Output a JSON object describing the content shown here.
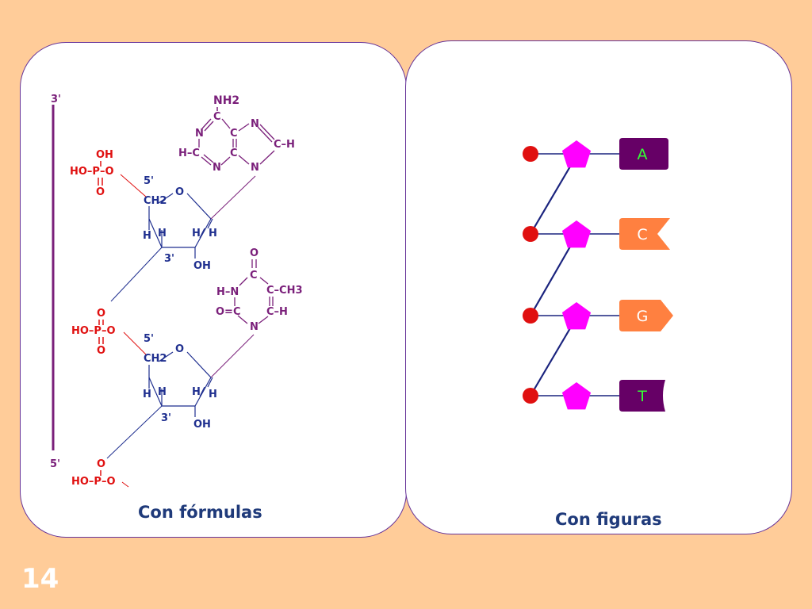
{
  "slide": {
    "number": "14"
  },
  "left_panel": {
    "caption": "Con fórmulas",
    "strand_ends": {
      "top": "3'",
      "bottom": "5'"
    },
    "phosphate_top": {
      "oh": "OH",
      "ho_p_o": "HO–P–O",
      "o": "O"
    },
    "phosphate_middle": {
      "o_top": "O",
      "ho_p_o": "HO–P–O",
      "o": "O"
    },
    "phosphate_bottom": {
      "o_top": "O",
      "ho_p_o": "HO–P–O"
    },
    "sugar_1": {
      "c5": "5'",
      "ch2": "CH2",
      "o": "O",
      "h1": "H",
      "h2": "H",
      "h3": "H",
      "h4": "H",
      "c3": "3'",
      "oh": "OH"
    },
    "sugar_2": {
      "c5": "5'",
      "ch2": "CH2",
      "o": "O",
      "h1": "H",
      "h2": "H",
      "h3": "H",
      "h4": "H",
      "c3": "3'",
      "oh": "OH"
    },
    "adenine": {
      "nh2": "NH2",
      "c_top": "C",
      "n1": "N",
      "c2": "C",
      "h_c": "H–C",
      "n3": "N",
      "c4": "C",
      "n7": "N",
      "c8_h": "C–H",
      "n9": "N"
    },
    "thymine": {
      "o_top": "O",
      "c4": "C",
      "h_n": "H–N",
      "c5_ch3": "C–CH3",
      "o_c2": "O=C",
      "c6_h": "C–H",
      "n1": "N"
    }
  },
  "right_panel": {
    "caption": "Con figuras",
    "bases": [
      {
        "letter": "A",
        "color": "#660066",
        "text_color": "#33ff33"
      },
      {
        "letter": "C",
        "color": "#ff8040",
        "text_color": "#ffffff"
      },
      {
        "letter": "G",
        "color": "#ff8040",
        "text_color": "#ffffff"
      },
      {
        "letter": "T",
        "color": "#660066",
        "text_color": "#33ff33"
      }
    ],
    "colors": {
      "phosphate": "#e01010",
      "sugar": "#ff00ff",
      "line": "#1a237e"
    }
  },
  "colors": {
    "background": "#ffcc99",
    "panel_border": "#663399"
  }
}
